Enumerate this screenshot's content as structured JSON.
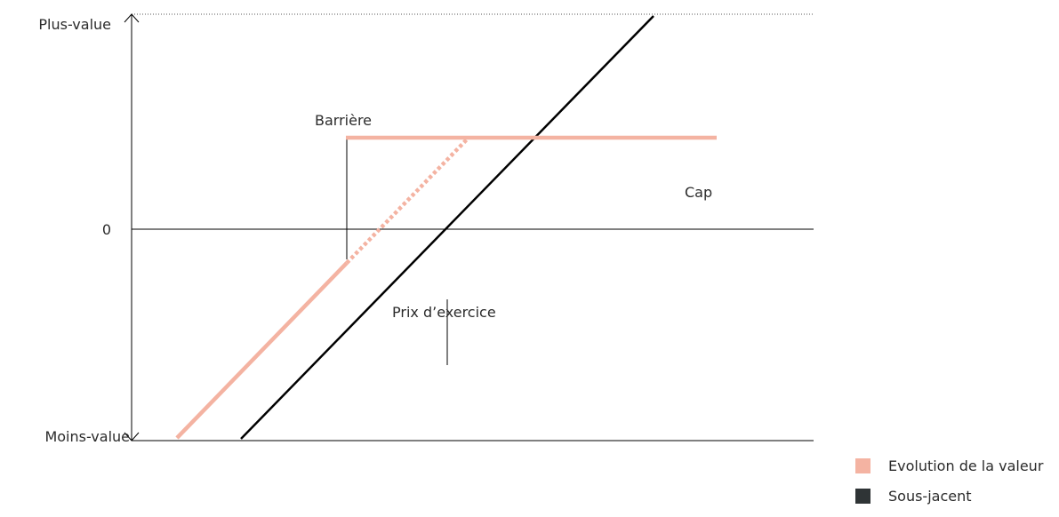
{
  "labels": {
    "y_top": "Plus-value",
    "y_zero": "0",
    "y_bottom": "Moins-value",
    "barrier": "Barrière",
    "cap": "Cap",
    "strike": "Prix d’exercice"
  },
  "legend": [
    {
      "label": "Evolution de la valeur",
      "color": "#f4b3a2"
    },
    {
      "label": "Sous-jacent",
      "color": "#2f3436"
    }
  ],
  "colors": {
    "value_line": "#f4b3a2",
    "underlying_line": "#000000",
    "axis": "#000000"
  }
}
